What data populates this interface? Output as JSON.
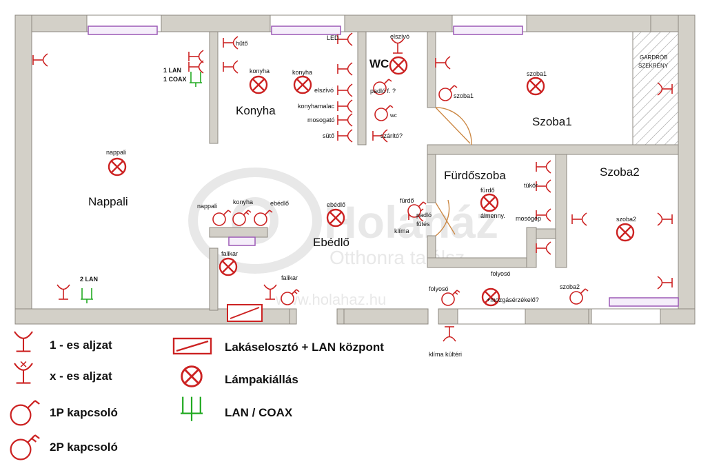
{
  "rooms": {
    "nappali": "Nappali",
    "konyha": "Konyha",
    "ebedlo": "Ebédlő",
    "wc": "WC",
    "furdoszoba": "Fürdőszoba",
    "szoba1": "Szoba1",
    "szoba2": "Szoba2",
    "gardrob": [
      "GARDRÓB",
      "SZEKRÉNY"
    ]
  },
  "labels": {
    "huto": "hűtő",
    "led": "LED",
    "elszivo_wc": "elszívó",
    "lan_coax_1": "1 LAN",
    "lan_coax_2": "1 COAX",
    "konyha_1": "konyha",
    "konyha_2": "konyha",
    "elszivo_k": "elszívó",
    "konyhamalac": "konyhamalac",
    "mosogato": "mosogató",
    "suto": "sütő",
    "padlo_f": "padló f. ?",
    "wc_sw": "wc",
    "szarito": "szárító?",
    "szoba1_sw": "szoba1",
    "szoba1_lamp": "szoba1",
    "nappali_lamp": "nappali",
    "nappali_sw": "nappali",
    "konyha_sw": "konyha",
    "ebedlo_sw": "ebédlő",
    "ebedlo_lamp": "ebédlő",
    "furdo_sw": "fürdő",
    "furdo_lamp": "fürdő",
    "almenny": "álmenny.",
    "padlo_futes_1": "padló",
    "padlo_futes_2": "fűtés",
    "klima": "klíma",
    "tukor": "tükör",
    "mosogep": "mosógép",
    "szoba2_lamp": "szoba2",
    "falikar_1": "falikar",
    "falikar_2": "falikar",
    "lan2": "2 LAN",
    "folyoso_sw": "folyosó",
    "folyoso_lamp": "folyosó",
    "mozgaserzekelo": "+mozgásérzékelő?",
    "szoba2_sw": "szoba2",
    "klima_kulteri": "klíma kültéri"
  },
  "legend": {
    "aljzat_1": "1 - es aljzat",
    "aljzat_x": "x - es aljzat",
    "kapcsolo_1p": "1P kapcsoló",
    "kapcsolo_2p": "2P kapcsoló",
    "lakaselosto": "Lakáselosztó + LAN központ",
    "lampa": "Lámpakiállás",
    "lan_coax": "LAN / COAX"
  },
  "watermark": {
    "brand": "Holaház",
    "tagline": "Otthonra találsz",
    "url": "www.holahaz.hu"
  },
  "colors": {
    "wall": "#d3d0c8",
    "symbol": "#cc2222",
    "lan": "#22aa22",
    "radiator": "#9b59b6"
  }
}
